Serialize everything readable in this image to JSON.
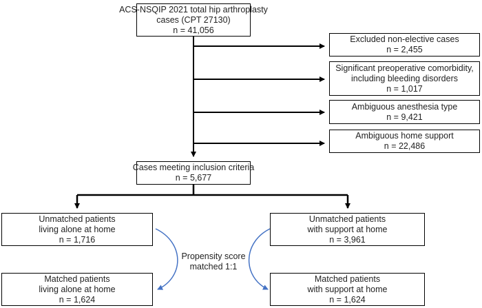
{
  "source": {
    "line1": "ACS-NSQIP 2021 total hip arthroplasty",
    "line2": "cases (CPT 27130)",
    "count": "n = 41,056"
  },
  "exclusions": [
    {
      "line1": "Excluded non-elective cases",
      "count": "n = 2,455"
    },
    {
      "line1": "Significant preoperative comorbidity,",
      "line2": "including bleeding disorders",
      "count": "n = 1,017"
    },
    {
      "line1": "Ambiguous anesthesia type",
      "count": "n = 9,421"
    },
    {
      "line1": "Ambiguous home support",
      "count": "n = 22,486"
    }
  ],
  "inclusion": {
    "line1": "Cases meeting inclusion criteria",
    "count": "n = 5,677"
  },
  "unmatched_alone": {
    "line1": "Unmatched patients",
    "line2": "living alone at home",
    "count": "n = 1,716"
  },
  "unmatched_support": {
    "line1": "Unmatched patients",
    "line2": "with support at home",
    "count": "n = 3,961"
  },
  "matching": {
    "line1": "Propensity score",
    "line2": "matched 1:1"
  },
  "matched_alone": {
    "line1": "Matched patients",
    "line2": "living alone at home",
    "count": "n = 1,624"
  },
  "matched_support": {
    "line1": "Matched patients",
    "line2": "with support at home",
    "count": "n = 1,624"
  },
  "colors": {
    "connector": "#000000",
    "matching_arrow": "#4472C4"
  }
}
